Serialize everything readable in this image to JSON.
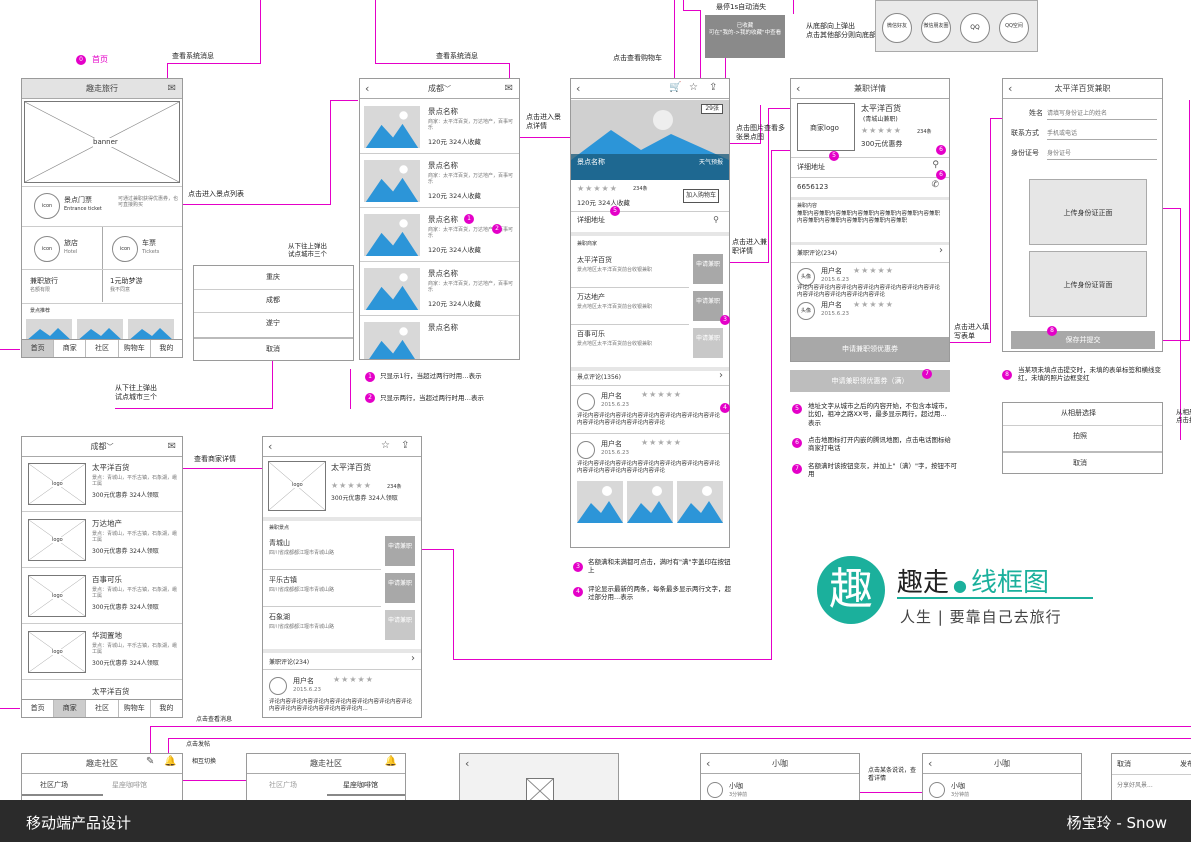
{
  "home": {
    "title": "趣走旅行",
    "banner": "banner",
    "tickets_title": "景点门票",
    "tickets_sub": "Entrance ticket",
    "tickets_desc": "可通过兼职获得优惠券，也可直接购买",
    "hotel": "旅店",
    "hotel_en": "Hotel",
    "car": "车票",
    "car_en": "Tickets",
    "parttime": "兼职旅行",
    "parttime_sub": "名额有限",
    "dream": "1元助梦游",
    "dream_sub": "我不同意",
    "recommend": "景点推荐",
    "icon_label": "icon",
    "label_num": "首页",
    "label_num_idx": "0"
  },
  "tabs": [
    "首页",
    "商家",
    "社区",
    "购物车",
    "我的"
  ],
  "city_popup": {
    "items": [
      "重庆",
      "成都",
      "遂宁",
      "取消"
    ],
    "note": "从下往上弹出\n试点城市三个"
  },
  "list": {
    "city": "成都",
    "item_title": "景点名称",
    "item_desc": "商家：太平洋百货，万达地产，百事可乐",
    "item_price": "120元 324人收藏",
    "note1": "只显示1行，当超过两行时用…表示",
    "note2": "只显示两行，当超过两行时用…表示"
  },
  "detail": {
    "count": "29张",
    "spot": "景点名称",
    "weather": "天气预报",
    "rating": "234条",
    "price": "120元 324人收藏",
    "add_cart": "加入购物车",
    "address": "详细地址",
    "merchants_title": "兼职商家",
    "merchants": [
      {
        "name": "太平洋百货",
        "addr": "景点地区太平洋百货前台收银兼职"
      },
      {
        "name": "万达地产",
        "addr": "景点地区太平洋百货前台收银兼职"
      },
      {
        "name": "百事可乐",
        "addr": "景点地区太平洋百货前台收银兼职"
      }
    ],
    "apply": "申请兼职",
    "reviews": "景点评论(1356)",
    "user": "用户名",
    "date": "2015.6.23",
    "review_text": "评论内容评论内容评论内容评论内容评论内容评论内容评论内容评论内容评论内容评论内容评论",
    "note3": "名额满和未满都可点击，满时有\"满\"字盖印在按钮上",
    "note4": "评论显示最新的两条，每条最多显示两行文字，超过部分用...表示"
  },
  "job": {
    "title": "兼职详情",
    "name": "太平洋百货",
    "sub": "(青城山兼职)",
    "logo": "商家logo",
    "rating": "234条",
    "coupon": "300元优惠券",
    "address": "详细地址",
    "phone": "6656123",
    "content_title": "兼职内容",
    "content": "兼职内容兼职内容兼职内容兼职内容兼职内容兼职内容兼职内容兼职内容兼职内容兼职内容兼职内容兼职",
    "reviews": "兼职评论(234)",
    "avatar": "头像",
    "user": "用户名",
    "date": "2015.6.23",
    "btn": "申请兼职领优惠券",
    "btn_full": "申请兼职领优惠券（满）",
    "note5": "地址文字从城市之后的内容开始，不包含本城市，比如，祖冲之路XX号，最多显示两行，超过用...表示",
    "note6": "点击地图标打开内嵌的腾讯地图，点击电话图标给商家打电话",
    "note7": "名额满时该按钮变灰，并加上\"（满）\"字，按钮不可用"
  },
  "form": {
    "title": "太平洋百货兼职",
    "name_label": "姓名",
    "name_ph": "请填写身份证上的姓名",
    "contact_label": "联系方式",
    "contact_ph": "手机或电话",
    "id_label": "身份证号",
    "id_ph": "身份证号",
    "front": "上传身份证正面",
    "back": "上传身份证背面",
    "submit": "保存并提交",
    "note8": "当某项未填点击提交时，未填的表单标签和横线变红，未填的照片边框变红",
    "sheet": [
      "从相册选择",
      "拍照",
      "取消"
    ]
  },
  "share": {
    "toast": "已收藏\n可在\"我的->我的收藏\"中查看",
    "toast_note": "悬停1s自动消失",
    "items": [
      "微信好友",
      "微信朋友圈",
      "QQ",
      "QQ空间"
    ],
    "note": "从底部向上弹出\n点击其他部分则向底部滑动退出"
  },
  "merchant_list": {
    "city": "成都",
    "items": [
      "太平洋百货",
      "万达地产",
      "百事可乐",
      "华润置地",
      "太平洋百货"
    ],
    "desc": "景点：青城山，平乐古镇，石象湖，峨工属",
    "coupon": "300元优惠券 324人领取"
  },
  "merchant": {
    "name": "太平洋百货",
    "rating": "234条",
    "coupon": "300元优惠券 324人领取",
    "spots_title": "兼职景点",
    "spots": [
      {
        "name": "青城山",
        "addr": "四川省成都都江堰市青城山路"
      },
      {
        "name": "平乐古镇",
        "addr": "四川省成都都江堰市青城山路"
      },
      {
        "name": "石象湖",
        "addr": "四川省成都都江堰市青城山路"
      }
    ],
    "apply": "申请兼职",
    "reviews": "兼职评论(234)",
    "user": "用户名",
    "date": "2015.6.23",
    "review_text": "评论内容评论内容评论内容评论内容评论内容评论内容评论内容评论内容评论内容评论内容评论内..."
  },
  "community": {
    "title": "趣走社区",
    "tab1": "社区广场",
    "tab2": "星座咖啡馆",
    "user": "小咖",
    "time": "3分钟前",
    "cancel": "取消",
    "send": "发布",
    "share_ph": "分享好风景..."
  },
  "arrows": {
    "a1": "查看系统消息",
    "a2": "查看系统消息",
    "a3": "点击查看购物车",
    "a4": "点击进入景点列表",
    "a5": "点击进入景点详情",
    "a6": "点击图片查看多张景点图",
    "a7": "点击进入兼职详情",
    "a8": "点击进入填写表单",
    "a9": "查看商家详情",
    "a10": "从下往上弹出\n试点城市三个",
    "a11": "点击查看消息",
    "a12": "点击发帖",
    "a13": "相互切换",
    "a14": "点击某条说说，查看详情",
    "a15": "从相册\n点击拍照"
  },
  "brand": {
    "char": "趣",
    "name": "趣走",
    "dot": "●",
    "tag": "线框图",
    "slogan": "人生 | 要靠自己去旅行"
  },
  "footer": {
    "left": "移动端产品设计",
    "right": "杨宝玲 - Snow"
  },
  "colors": {
    "magenta": "#e400c8",
    "teal": "#1bb09c",
    "blue": "#2c95d8",
    "footer": "#2b2b2b"
  }
}
